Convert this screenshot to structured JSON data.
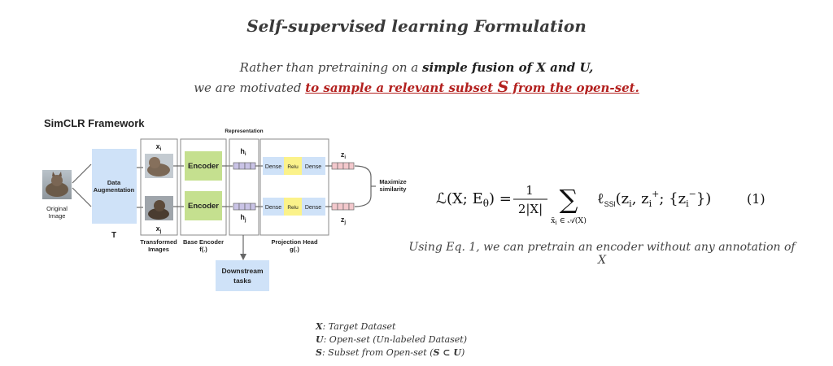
{
  "header": {
    "title": "Self-supervised learning Formulation",
    "line1_pre": "Rather than pretraining on a ",
    "line1_bold": "simple fusion of X and U,",
    "line2_pre": "we are motivated ",
    "line2_red_a": "to sample a relevant subset ",
    "line2_red_S": "S",
    "line2_red_b": " from the open-set."
  },
  "framework": {
    "title": "SimCLR Framework",
    "original_label_1": "Original",
    "original_label_2": "Image",
    "aug_label_1": "Data",
    "aug_label_2": "Augmentation",
    "aug_T": "T",
    "xi": "x",
    "xi_sub": "i",
    "xj": "x",
    "xj_sub": "j",
    "transformed_1": "Transformed",
    "transformed_2": "Images",
    "encoder": "Encoder",
    "base_encoder_1": "Base Encoder",
    "base_encoder_2": "f(.)",
    "representation": "Representation",
    "hi": "h",
    "hi_sub": "i",
    "hj": "h",
    "hj_sub": "j",
    "dense": "Dense",
    "relu": "Relu",
    "projection_1": "Projection Head",
    "projection_2": "g(.)",
    "zi": "z",
    "zi_sub": "i",
    "zj": "z",
    "zj_sub": "j",
    "maximize_1": "Maximize",
    "maximize_2": "similarity",
    "downstream_1": "Downstream",
    "downstream_2": "tasks"
  },
  "equation": {
    "lhs": "ℒ(X; E",
    "lhs_sub": "θ",
    "lhs_end": ") =",
    "num": "1",
    "den": "2|X|",
    "sum": "∑",
    "sum_sub": "x̃",
    "sum_sub_i": "i",
    "sum_sub_rest": " ∈ 𝒜(X)",
    "loss": "ℓ",
    "loss_sub": "SSl",
    "args": "(z",
    "args_i": "i",
    "args_mid": ", z",
    "args_i2": "i",
    "args_plus": "+",
    "args_mid2": "; {z",
    "args_i3": "i",
    "args_minus": "−",
    "args_end": "})",
    "number": "(1)"
  },
  "caption": "Using Eq. 1, we can pretrain an encoder without any annotation of X",
  "legend": [
    {
      "sym": "X",
      "text": ": Target Dataset"
    },
    {
      "sym": "U",
      "text": ": Open-set (Un-labeled Dataset)"
    },
    {
      "sym": "S",
      "text": ": Subset from Open-set (",
      "sym2": "S ⊂ U",
      "end": ")"
    }
  ],
  "colors": {
    "blue_box": "#cfe2f8",
    "green_box": "#c5e08f",
    "yellow_box": "#fbf28a",
    "vector_purple": "#c9c3e6",
    "vector_pink": "#f3c8cc",
    "red_text": "#b3201e"
  },
  "icons": [
    "cat-photo-icon"
  ]
}
